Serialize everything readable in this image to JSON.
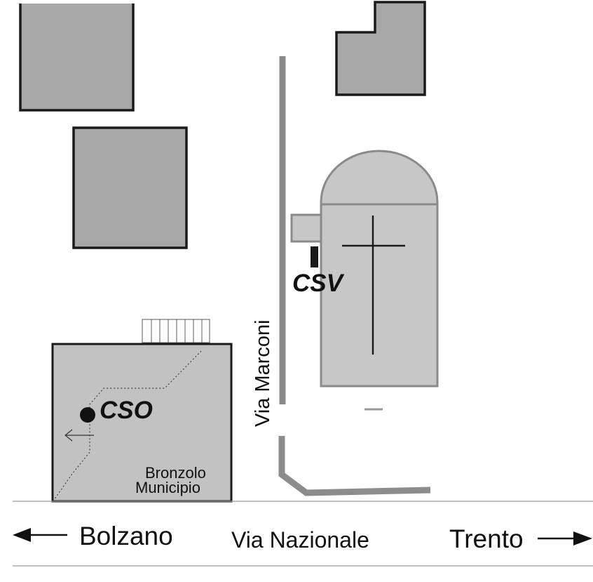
{
  "map": {
    "streets": {
      "main_road": "Via Nazionale",
      "side_road": "Via Marconi"
    },
    "directions": {
      "left": "Bolzano",
      "right": "Trento"
    },
    "buildings": {
      "municipio_line1": "Bronzolo",
      "municipio_line2": "Municipio"
    },
    "stations": {
      "cso": "CSO",
      "csv": "CSV"
    },
    "colors": {
      "building_fill": "#a8a8a8",
      "municipio_fill": "#c2c2c2",
      "church_fill": "#c7c7c7",
      "road_gray": "#8c8c8c",
      "outline": "#1a1a1a"
    },
    "icons": [
      "cross-icon",
      "arrow-left-icon",
      "arrow-right-icon",
      "entrance-arrow-icon",
      "station-marker-icon"
    ]
  }
}
